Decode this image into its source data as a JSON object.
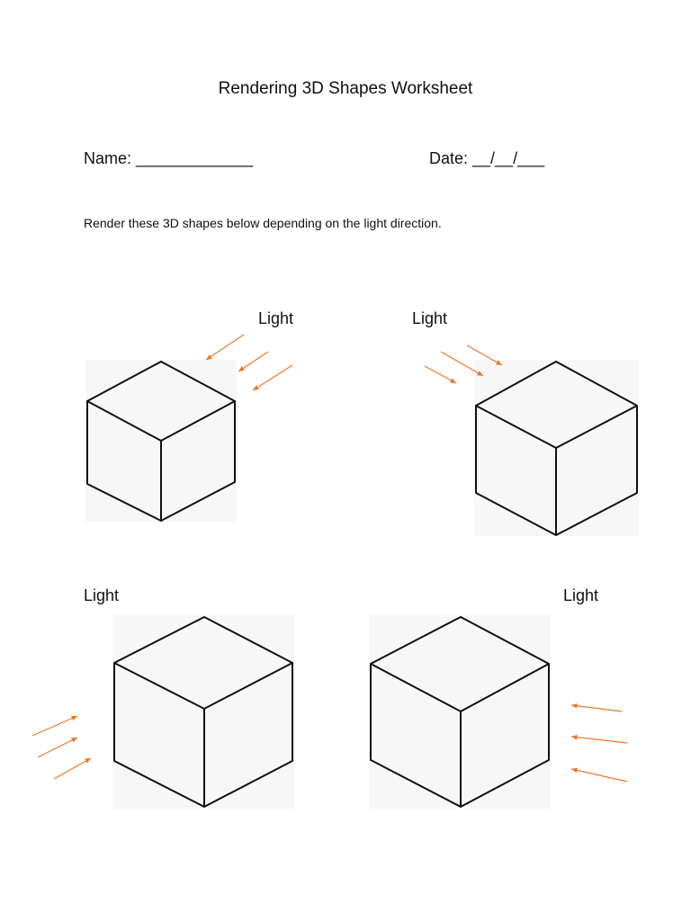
{
  "worksheet": {
    "title": "Rendering 3D Shapes Worksheet",
    "name_label": "Name: _____________",
    "date_label": "Date: __/__/___",
    "instructions": "Render these 3D shapes below depending on the light direction.",
    "light_labels": [
      "Light",
      "Light",
      "Light",
      "Light"
    ]
  },
  "colors": {
    "arrow": "#e9782b",
    "cube_stroke": "#111111",
    "panel_shade": "#f7f7f7"
  },
  "cubes": [
    {
      "name": "cube-top-left",
      "light_from": "upper-right"
    },
    {
      "name": "cube-top-right",
      "light_from": "upper-left"
    },
    {
      "name": "cube-bottom-left",
      "light_from": "lower-left"
    },
    {
      "name": "cube-bottom-right",
      "light_from": "right"
    }
  ]
}
